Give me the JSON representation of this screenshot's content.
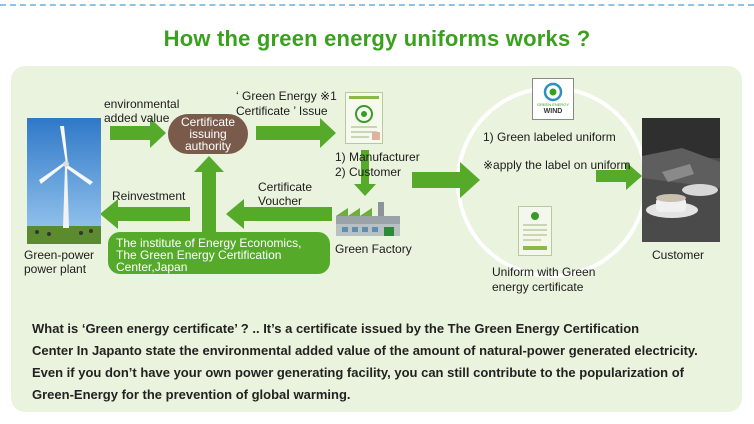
{
  "title": "How the green energy uniforms works ?",
  "labels": {
    "environmental_added_value": "environmental\nadded value",
    "certificate_issuing_authority": "Certificate\nissuing\nauthority",
    "green_energy_certificate_issue": "‘ Green Energy ※1\nCertificate ’ Issue",
    "manufacturer": "1)  Manufacturer",
    "customer_step": "2)  Customer",
    "reinvestment": "Reinvestment",
    "certificate_voucher": "Certificate\nVoucher",
    "green_factory": "Green Factory",
    "institute": "The institute of Energy Economics,\nThe Green Energy Certification\nCenter,Japan",
    "green_power_plant": "Green-power\npower plant",
    "green_labeled_uniform": "1) Green labeled uniform",
    "apply_label": "※apply the label on uniform",
    "uniform_with_certificate": "Uniform with Green\nenergy certificate",
    "customer": "Customer",
    "wind_label_text": "WIND",
    "wind_label_small": "GREEN ENERGY"
  },
  "description": [
    "What is ‘Green energy certificate’ ?  .. It’s a certificate issued by the The Green Energy Certification",
    "Center In Japanto state the environmental added value of the amount of natural-power generated electricity.",
    "Even if you don’t have your own power generating facility, you can still contribute to the popularization of",
    "Green-Energy for the prevention of global warming."
  ],
  "colors": {
    "title": "#3aa01e",
    "arrow": "#55aa2a",
    "authority": "#7a5a4a",
    "institute": "#55aa2a",
    "panel": "#e9f3dd"
  },
  "icons": [
    "wind-turbine-icon",
    "certificate-document-icon",
    "factory-icon",
    "wind-label-icon",
    "customer-photo-icon"
  ]
}
